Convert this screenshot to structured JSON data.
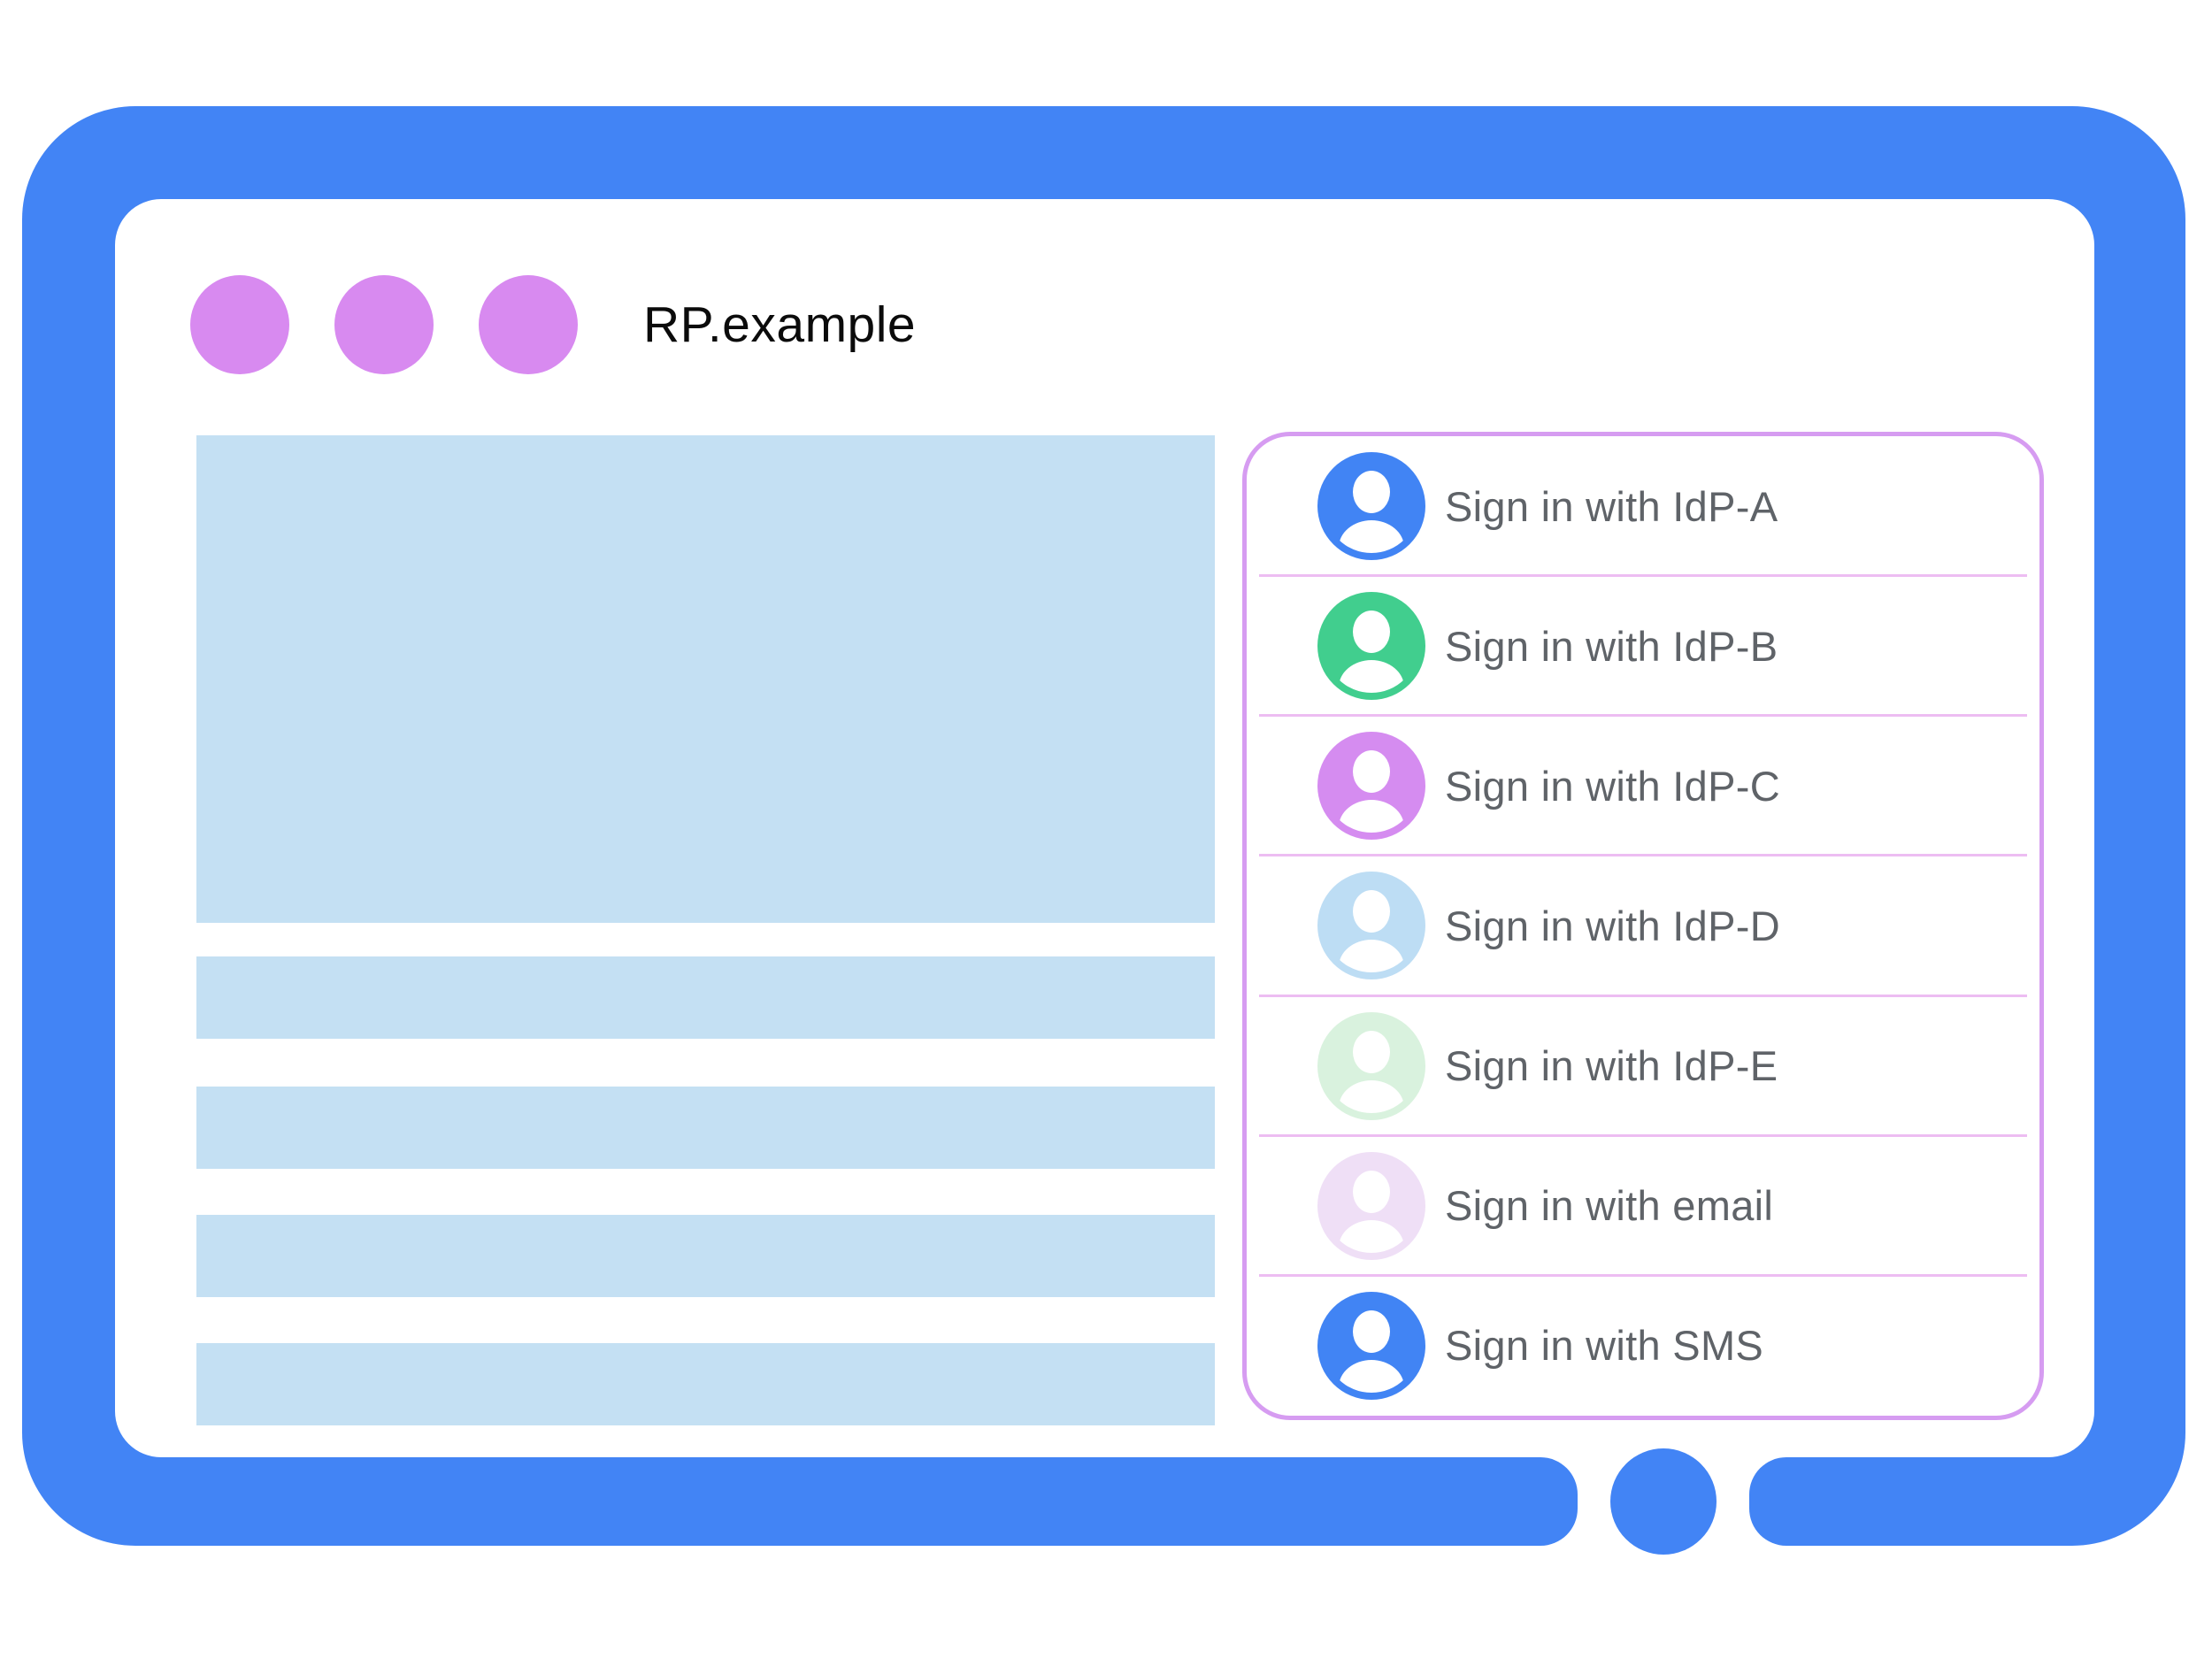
{
  "window": {
    "title": "RP.example"
  },
  "signin_panel": {
    "items": [
      {
        "label": "Sign in with IdP-A",
        "avatar_color": "#4184F4"
      },
      {
        "label": "Sign in with IdP-B",
        "avatar_color": "#41CE8E"
      },
      {
        "label": "Sign in with IdP-C",
        "avatar_color": "#D58CF0"
      },
      {
        "label": "Sign in with IdP-D",
        "avatar_color": "#BDDDF4"
      },
      {
        "label": "Sign in with IdP-E",
        "avatar_color": "#D9F2DE"
      },
      {
        "label": "Sign in with email",
        "avatar_color": "#EFDFF6"
      },
      {
        "label": "Sign in with SMS",
        "avatar_color": "#4184F4"
      }
    ]
  },
  "colors": {
    "frame_blue": "#4284F5",
    "window_dot_purple": "#D88AF0",
    "skeleton_block_blue": "#C4E0F3",
    "panel_border_purple": "#D69CF1",
    "divider_pink": "#EDBDF2",
    "label_gray": "#5F6368",
    "title_black": "#0B0B0B"
  }
}
